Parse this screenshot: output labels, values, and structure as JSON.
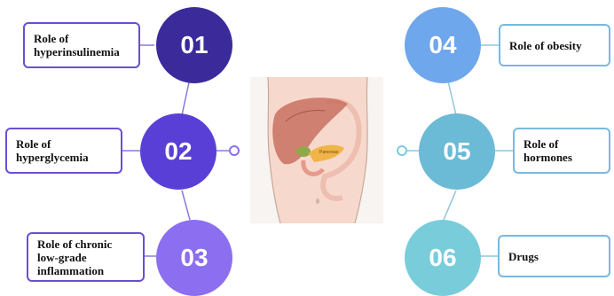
{
  "colors": {
    "c01": "#3b2a9a",
    "c02": "#5a3fd6",
    "c03": "#8c6ef0",
    "c04": "#6fa7ec",
    "c05": "#6bbad6",
    "c06": "#79cddb",
    "left_border": "#6a4fd2",
    "right_border": "#7bb8de"
  },
  "items": [
    {
      "number": "01",
      "label": "Role of\nhyperinsulinemia"
    },
    {
      "number": "02",
      "label": "Role of\nhyperglycemia"
    },
    {
      "number": "03",
      "label": "Role of chronic\nlow-grade\ninflammation"
    },
    {
      "number": "04",
      "label": "Role of obesity"
    },
    {
      "number": "05",
      "label": "Role of\nhormones"
    },
    {
      "number": "06",
      "label": "Drugs"
    }
  ],
  "image": {
    "icon": "liver-pancreas-anatomy-illustration",
    "organ_label": "Pancreas"
  }
}
